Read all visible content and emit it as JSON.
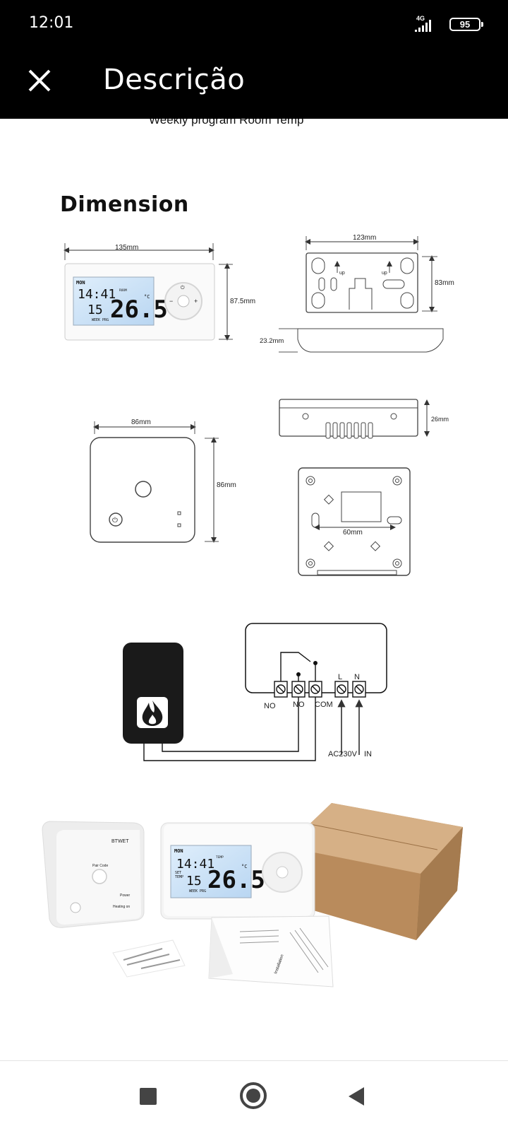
{
  "status_bar": {
    "time": "12:01",
    "network": "4G",
    "battery": "95"
  },
  "app_bar": {
    "title": "Descrição",
    "close_icon": "close-icon"
  },
  "image": {
    "cut_caption": "Weekly program  Room Temp",
    "heading": "Dimension",
    "dims": {
      "front_width": "135mm",
      "front_height": "87.5mm",
      "back_width": "123mm",
      "back_height": "83mm",
      "depth": "23.2mm",
      "receiver_width": "86mm",
      "receiver_height": "86mm",
      "receiver_depth": "26mm",
      "hole_spacing": "60mm"
    },
    "lcd": {
      "day": "MON",
      "day_photo": "MON",
      "clock": "14:41",
      "set_temp": "15",
      "set_label": "SET",
      "temp_label": "TEMP",
      "room_temp": "26.5",
      "unit": "°C",
      "week_prg": "WEEK PRG",
      "room_label": "ROOM",
      "temp_label2": "TEMP"
    },
    "wiring": {
      "terminal_no1": "NO",
      "terminal_no2": "NO",
      "terminal_com": "COM",
      "terminal_l": "L",
      "terminal_n": "N",
      "supply": "AC230V",
      "supply_in": "IN"
    },
    "box_text": {
      "brand": "BTWET",
      "pair_code": "Pair Code",
      "power": "Power",
      "heating_on": "Heating on",
      "manual": "Installation"
    }
  },
  "nav_bar": {
    "recents_icon": "square-icon",
    "home_icon": "circle-icon",
    "back_icon": "triangle-back-icon"
  }
}
